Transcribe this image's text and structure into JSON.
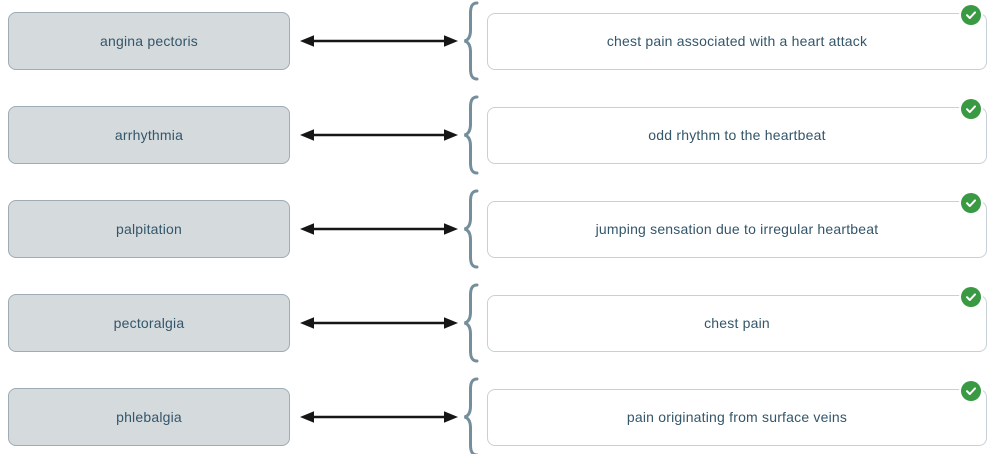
{
  "exercise": {
    "type": "matching",
    "pairs": [
      {
        "term": "angina pectoris",
        "definition": "chest pain associated with a heart attack",
        "status": "correct"
      },
      {
        "term": "arrhythmia",
        "definition": "odd rhythm to the heartbeat",
        "status": "correct"
      },
      {
        "term": "palpitation",
        "definition": "jumping sensation due to irregular heartbeat",
        "status": "correct"
      },
      {
        "term": "pectoralgia",
        "definition": "chest pain",
        "status": "correct"
      },
      {
        "term": "phlebalgia",
        "definition": "pain originating from surface veins",
        "status": "correct"
      }
    ]
  },
  "theme": {
    "term_box_bg": "#d5dadd",
    "term_box_border": "#9dacb5",
    "text_color": "#33566a",
    "definition_box_border": "#c6d1d7",
    "brace_color": "#758e9c",
    "arrow_color": "#161616",
    "correct_badge_color": "#3a9943",
    "background": "#ffffff"
  },
  "icons": {
    "double_arrow": "left-right-arrow",
    "brace": "left-curly-brace",
    "check": "checkmark"
  }
}
